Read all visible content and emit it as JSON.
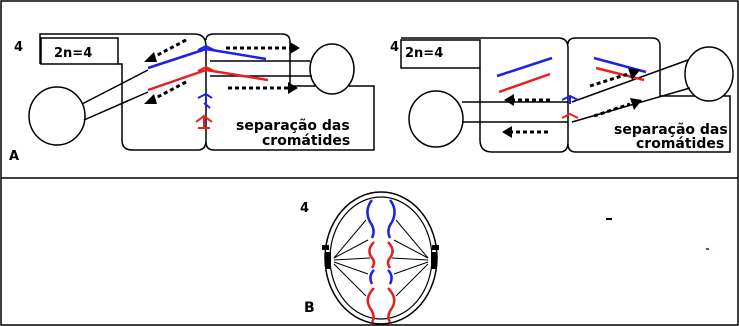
{
  "panel_a": {
    "letter": "A",
    "left_cell": {
      "number": "4",
      "ploidy": "2n=4",
      "caption_line1": "separação das",
      "caption_line2": "cromátides"
    },
    "right_cell": {
      "number": "4",
      "ploidy": "2n=4",
      "caption_line1": "separação das",
      "caption_line2": "cromátides"
    }
  },
  "panel_b": {
    "letter": "B",
    "number": "4"
  },
  "colors": {
    "blue_chromatid": "#1f1fe6",
    "red_chromatid": "#e61f1f",
    "outline": "#000000"
  }
}
